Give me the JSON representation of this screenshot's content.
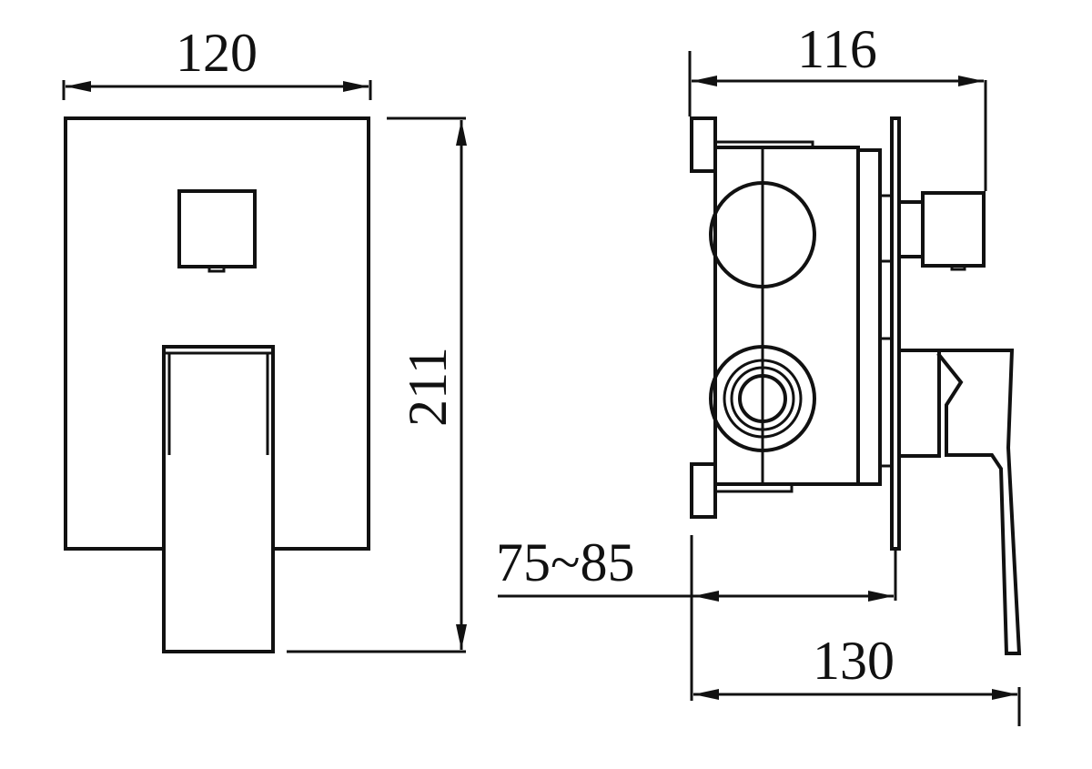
{
  "drawing": {
    "dimensions": {
      "front_width": "120",
      "front_height": "211",
      "side_depth": "116",
      "wall_range": "75~85",
      "total_depth": "130"
    },
    "colors": {
      "line": "#111111",
      "background": "#ffffff"
    }
  }
}
